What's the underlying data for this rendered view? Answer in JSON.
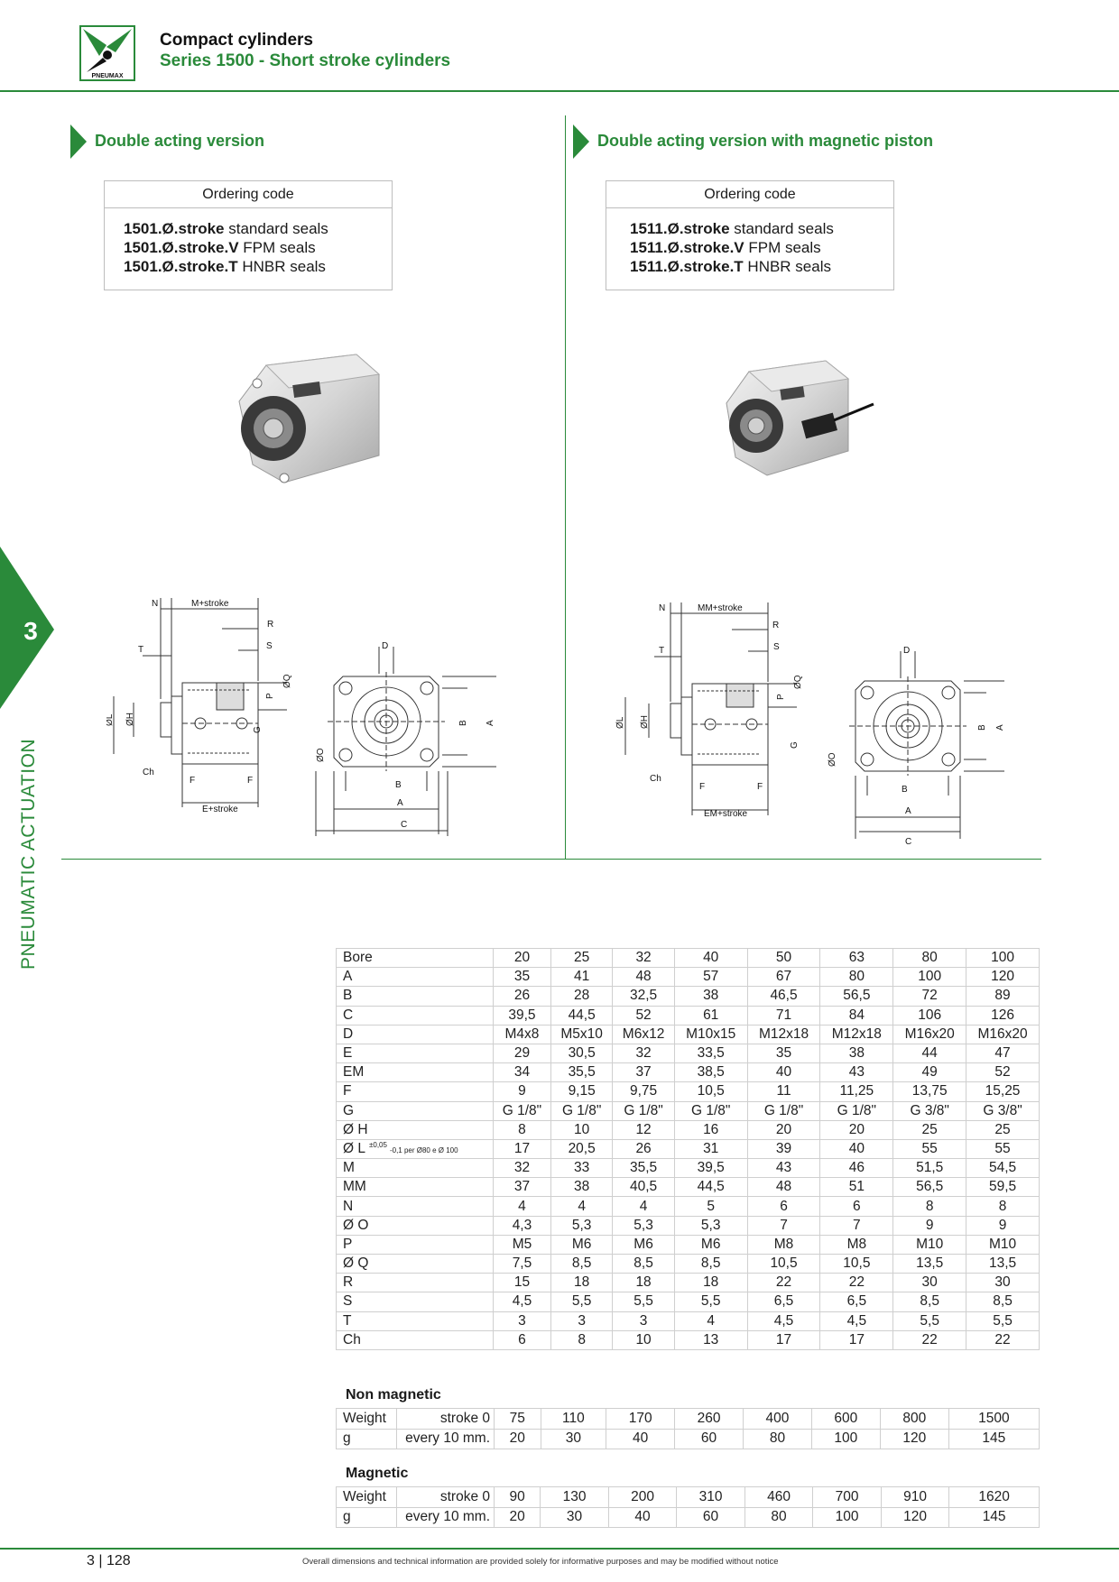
{
  "header": {
    "logo_text": "PNEUMAX",
    "title": "Compact cylinders",
    "subtitle": "Series 1500 - Short stroke cylinders"
  },
  "colors": {
    "brand_green": "#2a8a3a"
  },
  "sections": [
    {
      "title": "Double acting version",
      "ordering_label": "Ordering code",
      "codes": [
        {
          "code": "1501.Ø.stroke",
          "desc": " standard seals"
        },
        {
          "code": "1501.Ø.stroke.V",
          "desc": " FPM seals"
        },
        {
          "code": "1501.Ø.stroke.T",
          "desc": " HNBR seals"
        }
      ],
      "drawing_labels": {
        "len": "M+stroke",
        "body": "E+stroke"
      }
    },
    {
      "title": "Double acting version with magnetic piston",
      "ordering_label": "Ordering code",
      "codes": [
        {
          "code": "1511.Ø.stroke",
          "desc": " standard seals"
        },
        {
          "code": "1511.Ø.stroke.V",
          "desc": " FPM seals"
        },
        {
          "code": "1511.Ø.stroke.T",
          "desc": " HNBR seals"
        }
      ],
      "drawing_labels": {
        "len": "MM+stroke",
        "body": "EM+stroke"
      }
    }
  ],
  "side_tab": {
    "number": "3",
    "text": "PNEUMATIC ACTUATION"
  },
  "dimensions": {
    "header": "Bore",
    "bores": [
      "20",
      "25",
      "32",
      "40",
      "50",
      "63",
      "80",
      "100"
    ],
    "rows": [
      {
        "label": "A",
        "values": [
          "35",
          "41",
          "48",
          "57",
          "67",
          "80",
          "100",
          "120"
        ]
      },
      {
        "label": "B",
        "values": [
          "26",
          "28",
          "32,5",
          "38",
          "46,5",
          "56,5",
          "72",
          "89"
        ]
      },
      {
        "label": "C",
        "values": [
          "39,5",
          "44,5",
          "52",
          "61",
          "71",
          "84",
          "106",
          "126"
        ]
      },
      {
        "label": "D",
        "values": [
          "M4x8",
          "M5x10",
          "M6x12",
          "M10x15",
          "M12x18",
          "M12x18",
          "M16x20",
          "M16x20"
        ]
      },
      {
        "label": "E",
        "values": [
          "29",
          "30,5",
          "32",
          "33,5",
          "35",
          "38",
          "44",
          "47"
        ]
      },
      {
        "label": "EM",
        "values": [
          "34",
          "35,5",
          "37",
          "38,5",
          "40",
          "43",
          "49",
          "52"
        ]
      },
      {
        "label": "F",
        "values": [
          "9",
          "9,15",
          "9,75",
          "10,5",
          "11",
          "11,25",
          "13,75",
          "15,25"
        ]
      },
      {
        "label": "G",
        "values": [
          "G 1/8\"",
          "G 1/8\"",
          "G 1/8\"",
          "G 1/8\"",
          "G 1/8\"",
          "G 1/8\"",
          "G 3/8\"",
          "G 3/8\""
        ]
      },
      {
        "label": "Ø H",
        "values": [
          "8",
          "10",
          "12",
          "16",
          "20",
          "20",
          "25",
          "25"
        ]
      },
      {
        "label": "Ø L",
        "label_note": "±0,05",
        "label_tol": "-0,1 per Ø80 e Ø 100",
        "values": [
          "17",
          "20,5",
          "26",
          "31",
          "39",
          "40",
          "55",
          "55"
        ]
      },
      {
        "label": "M",
        "values": [
          "32",
          "33",
          "35,5",
          "39,5",
          "43",
          "46",
          "51,5",
          "54,5"
        ]
      },
      {
        "label": "MM",
        "values": [
          "37",
          "38",
          "40,5",
          "44,5",
          "48",
          "51",
          "56,5",
          "59,5"
        ]
      },
      {
        "label": "N",
        "values": [
          "4",
          "4",
          "4",
          "5",
          "6",
          "6",
          "8",
          "8"
        ]
      },
      {
        "label": "Ø O",
        "values": [
          "4,3",
          "5,3",
          "5,3",
          "5,3",
          "7",
          "7",
          "9",
          "9"
        ]
      },
      {
        "label": "P",
        "values": [
          "M5",
          "M6",
          "M6",
          "M6",
          "M8",
          "M8",
          "M10",
          "M10"
        ]
      },
      {
        "label": "Ø Q",
        "values": [
          "7,5",
          "8,5",
          "8,5",
          "8,5",
          "10,5",
          "10,5",
          "13,5",
          "13,5"
        ]
      },
      {
        "label": "R",
        "values": [
          "15",
          "18",
          "18",
          "18",
          "22",
          "22",
          "30",
          "30"
        ]
      },
      {
        "label": "S",
        "values": [
          "4,5",
          "5,5",
          "5,5",
          "5,5",
          "6,5",
          "6,5",
          "8,5",
          "8,5"
        ]
      },
      {
        "label": "T",
        "values": [
          "3",
          "3",
          "3",
          "4",
          "4,5",
          "4,5",
          "5,5",
          "5,5"
        ]
      },
      {
        "label": "Ch",
        "values": [
          "6",
          "8",
          "10",
          "13",
          "17",
          "17",
          "22",
          "22"
        ]
      }
    ]
  },
  "weights": [
    {
      "title": "Non magnetic",
      "rows": [
        {
          "l1": "Weight",
          "l2": "stroke 0",
          "values": [
            "75",
            "110",
            "170",
            "260",
            "400",
            "600",
            "800",
            "1500"
          ]
        },
        {
          "l1": "g",
          "l2": "every 10 mm.",
          "values": [
            "20",
            "30",
            "40",
            "60",
            "80",
            "100",
            "120",
            "145"
          ]
        }
      ]
    },
    {
      "title": "Magnetic",
      "rows": [
        {
          "l1": "Weight",
          "l2": "stroke 0",
          "values": [
            "90",
            "130",
            "200",
            "310",
            "460",
            "700",
            "910",
            "1620"
          ]
        },
        {
          "l1": "g",
          "l2": "every 10 mm.",
          "values": [
            "20",
            "30",
            "40",
            "60",
            "80",
            "100",
            "120",
            "145"
          ]
        }
      ]
    }
  ],
  "footer": {
    "page": "3 | 128",
    "note": "Overall dimensions and technical information are provided solely for informative purposes and may be modified without notice"
  }
}
